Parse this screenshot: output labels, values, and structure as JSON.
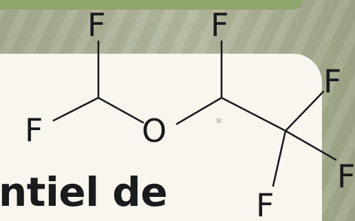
{
  "molecule": {
    "atoms": {
      "f_top_left": "F",
      "f_top_middle": "F",
      "f_right_upper": "F",
      "f_right_lower": "F",
      "f_bottom": "F",
      "f_left": "F",
      "oxygen": "O",
      "stereo_mark": "*"
    }
  },
  "card": {
    "text": "ntiel de"
  },
  "colors": {
    "background": "#a8ae94",
    "card": "#f9f6f0",
    "band": "#8fa66c",
    "ink": "#1a1a1a"
  }
}
